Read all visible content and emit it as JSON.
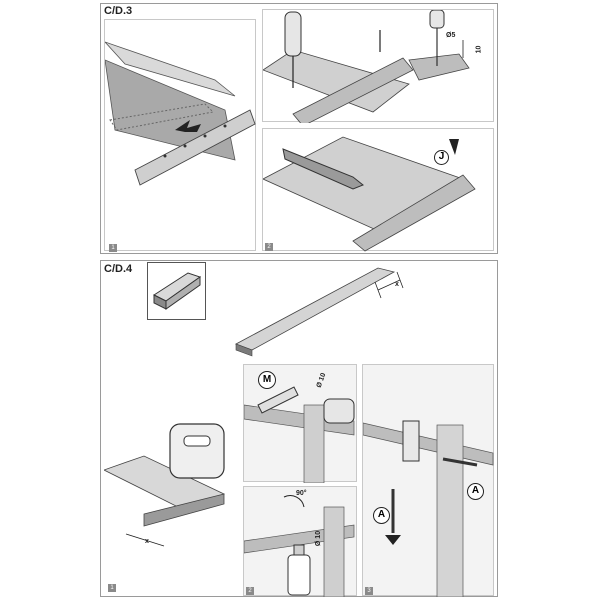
{
  "sections": {
    "cd3": {
      "title": "C/D.3",
      "steps": [
        {
          "number": "1"
        },
        {
          "number": "2"
        }
      ],
      "labels": {
        "drill_diameter": "Ø5",
        "depth": "10",
        "rivet_callout": "J"
      }
    },
    "cd4": {
      "title": "C/D.4",
      "steps": [
        {
          "number": "1"
        },
        {
          "number": "2"
        },
        {
          "number": "3"
        }
      ],
      "labels": {
        "cut_length": "x",
        "profile_length": "x",
        "callout_m": "M",
        "drill_m": "Ø 10",
        "angle": "90°",
        "drill_step2": "Ø 10",
        "callout_a_left": "A",
        "callout_a_right": "A"
      }
    }
  },
  "colors": {
    "frame": "#9a9a9a",
    "part_fill": "#cfcfcf",
    "part_dark": "#7a7a7a",
    "arrow": "#222222"
  }
}
